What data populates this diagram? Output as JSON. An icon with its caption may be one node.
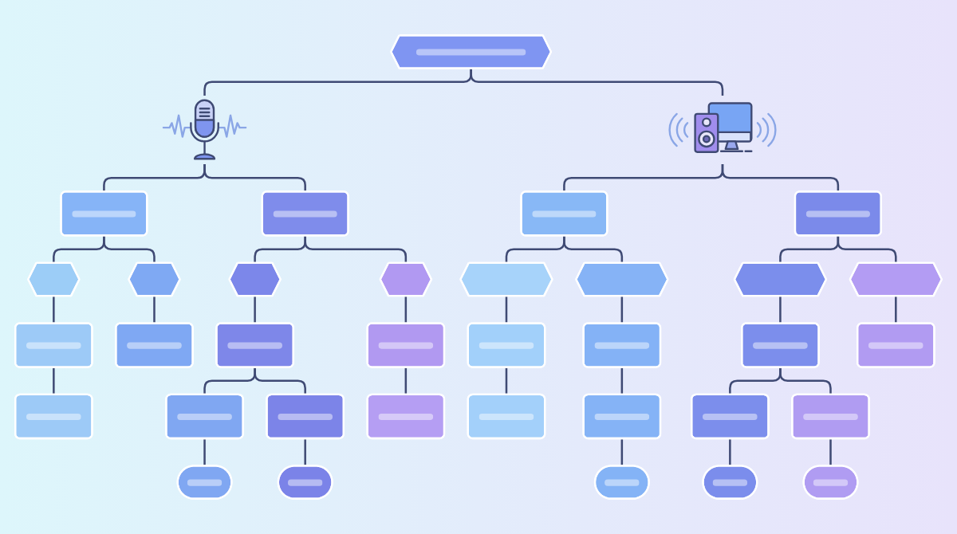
{
  "diagram": {
    "nodes": [
      {
        "text": [],
        "shape": "hexagon"
      },
      {
        "text": [],
        "shape": "picture"
      },
      {
        "text": [],
        "shape": "picture"
      },
      {
        "text": [],
        "shape": "box"
      },
      {
        "text": [],
        "shape": "box"
      },
      {
        "text": [],
        "shape": "box"
      },
      {
        "text": [],
        "shape": "box"
      },
      {
        "text": [],
        "shape": "hexagon"
      },
      {
        "text": [],
        "shape": "hexagon"
      },
      {
        "text": [],
        "shape": "hexagon"
      },
      {
        "text": [],
        "shape": "hexagon"
      },
      {
        "text": [],
        "shape": "hexagon"
      },
      {
        "text": [],
        "shape": "hexagon"
      },
      {
        "text": [],
        "shape": "hexagon"
      },
      {
        "text": [],
        "shape": "hexagon"
      },
      {
        "text": [],
        "shape": "box"
      },
      {
        "text": [],
        "shape": "box"
      },
      {
        "text": [],
        "shape": "box"
      },
      {
        "text": [],
        "shape": "box"
      },
      {
        "text": [],
        "shape": "box"
      },
      {
        "text": [],
        "shape": "box"
      },
      {
        "text": [],
        "shape": "box"
      },
      {
        "text": [],
        "shape": "box"
      },
      {
        "text": [],
        "shape": "box"
      },
      {
        "text": [],
        "shape": "box"
      },
      {
        "text": [],
        "shape": "box"
      },
      {
        "text": [],
        "shape": "box"
      },
      {
        "text": [],
        "shape": "box"
      },
      {
        "text": [],
        "shape": "box"
      },
      {
        "text": [],
        "shape": "box"
      },
      {
        "text": [],
        "shape": "box"
      },
      {
        "text": [],
        "shape": "pill"
      },
      {
        "text": [],
        "shape": "pill"
      },
      {
        "text": [],
        "shape": "pill"
      },
      {
        "text": [],
        "shape": "pill"
      },
      {
        "text": [],
        "shape": "pill"
      }
    ],
    "edges": [
      {
        "from": 0,
        "to": 1,
        "arrow": "none"
      },
      {
        "from": 0,
        "to": 2,
        "arrow": "none"
      },
      {
        "from": 1,
        "to": 3,
        "arrow": "none"
      },
      {
        "from": 1,
        "to": 4,
        "arrow": "none"
      },
      {
        "from": 2,
        "to": 5,
        "arrow": "none"
      },
      {
        "from": 2,
        "to": 6,
        "arrow": "none"
      },
      {
        "from": 3,
        "to": 7,
        "arrow": "none"
      },
      {
        "from": 3,
        "to": 8,
        "arrow": "none"
      },
      {
        "from": 4,
        "to": 9,
        "arrow": "none"
      },
      {
        "from": 4,
        "to": 10,
        "arrow": "none"
      },
      {
        "from": 5,
        "to": 11,
        "arrow": "none"
      },
      {
        "from": 5,
        "to": 12,
        "arrow": "none"
      },
      {
        "from": 6,
        "to": 13,
        "arrow": "none"
      },
      {
        "from": 6,
        "to": 14,
        "arrow": "none"
      },
      {
        "from": 7,
        "to": 15,
        "arrow": "none"
      },
      {
        "from": 8,
        "to": 16,
        "arrow": "none"
      },
      {
        "from": 9,
        "to": 17,
        "arrow": "none"
      },
      {
        "from": 10,
        "to": 18,
        "arrow": "none"
      },
      {
        "from": 11,
        "to": 19,
        "arrow": "none"
      },
      {
        "from": 12,
        "to": 20,
        "arrow": "none"
      },
      {
        "from": 13,
        "to": 21,
        "arrow": "none"
      },
      {
        "from": 14,
        "to": 22,
        "arrow": "none"
      },
      {
        "from": 15,
        "to": 23,
        "arrow": "none"
      },
      {
        "from": 17,
        "to": 24,
        "arrow": "none"
      },
      {
        "from": 17,
        "to": 25,
        "arrow": "none"
      },
      {
        "from": 18,
        "to": 26,
        "arrow": "none"
      },
      {
        "from": 19,
        "to": 27,
        "arrow": "none"
      },
      {
        "from": 20,
        "to": 28,
        "arrow": "none"
      },
      {
        "from": 21,
        "to": 29,
        "arrow": "none"
      },
      {
        "from": 21,
        "to": 30,
        "arrow": "none"
      },
      {
        "from": 24,
        "to": 31,
        "arrow": "none"
      },
      {
        "from": 25,
        "to": 32,
        "arrow": "none"
      },
      {
        "from": 28,
        "to": 33,
        "arrow": "none"
      },
      {
        "from": 29,
        "to": 34,
        "arrow": "none"
      },
      {
        "from": 30,
        "to": 35,
        "arrow": "none"
      }
    ]
  }
}
